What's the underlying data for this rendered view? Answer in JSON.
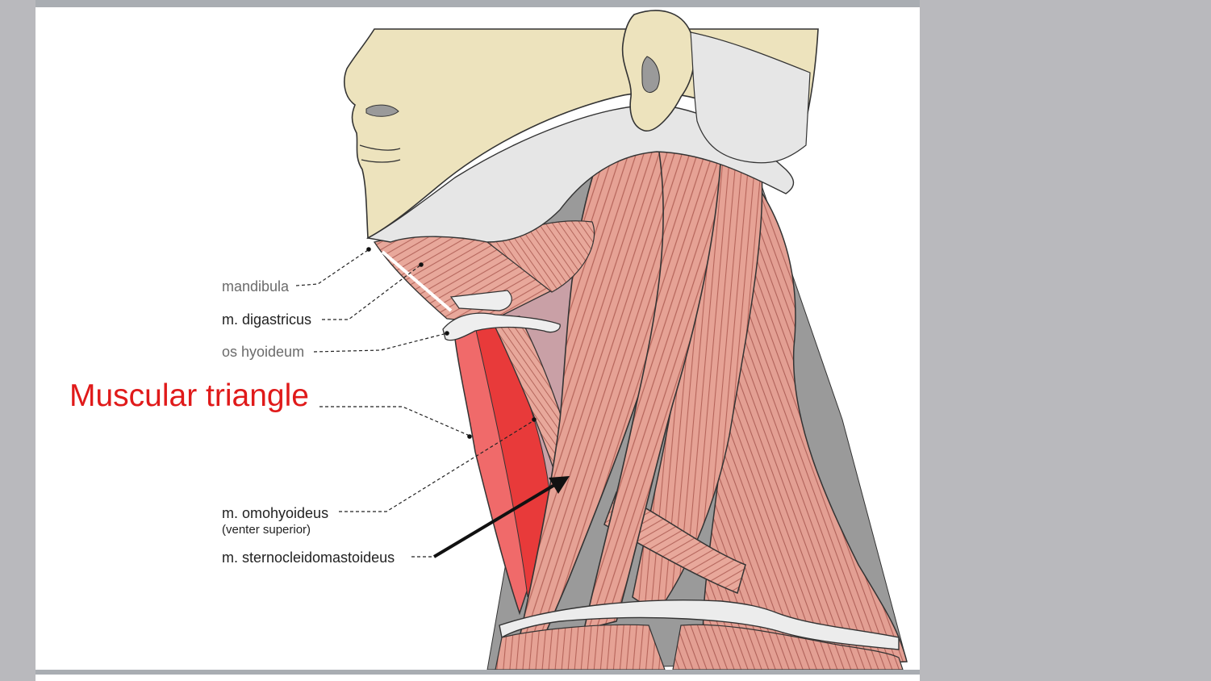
{
  "labels": {
    "mandibula": "mandibula",
    "digastricus": "m. digastricus",
    "hyoideum": "os hyoideum",
    "triangle": "Muscular triangle",
    "omohyoideus": "m. omohyoideus",
    "omohyoideus_sub": "(venter superior)",
    "sternocleido": "m. sternocleidomastoideus"
  },
  "colors": {
    "highlight": "#e01a1a",
    "muscle": "#e6a295",
    "muscle_stripe": "#b5645a",
    "bone": "#eeeeee",
    "skin": "#ede3bd",
    "triangle_fill": "#f04545"
  }
}
